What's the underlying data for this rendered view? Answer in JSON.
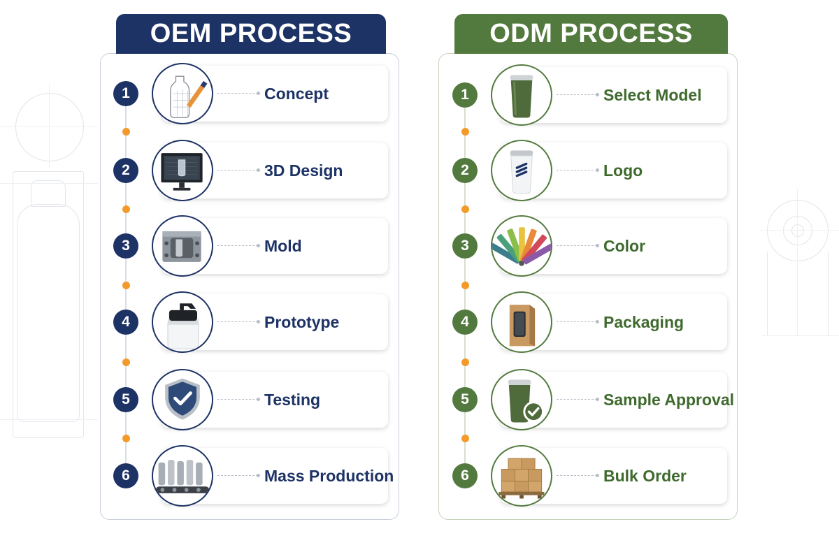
{
  "oem": {
    "title": "OEM PROCESS",
    "steps": [
      {
        "number": "1",
        "label": "Concept",
        "icon": "bottle-sketch-icon"
      },
      {
        "number": "2",
        "label": "3D Design",
        "icon": "cad-monitor-icon"
      },
      {
        "number": "3",
        "label": "Mold",
        "icon": "steel-mold-icon"
      },
      {
        "number": "4",
        "label": "Prototype",
        "icon": "prototype-bottle-icon"
      },
      {
        "number": "5",
        "label": "Testing",
        "icon": "shield-check-icon"
      },
      {
        "number": "6",
        "label": "Mass Production",
        "icon": "production-line-icon"
      }
    ]
  },
  "odm": {
    "title": "ODM PROCESS",
    "steps": [
      {
        "number": "1",
        "label": "Select Model",
        "icon": "green-tumbler-icon"
      },
      {
        "number": "2",
        "label": "Logo",
        "icon": "logo-tumbler-icon"
      },
      {
        "number": "3",
        "label": "Color",
        "icon": "color-swatch-fan-icon"
      },
      {
        "number": "4",
        "label": "Packaging",
        "icon": "gift-box-icon"
      },
      {
        "number": "5",
        "label": "Sample Approval",
        "icon": "tumbler-check-icon"
      },
      {
        "number": "6",
        "label": "Bulk Order",
        "icon": "pallet-boxes-icon"
      }
    ]
  },
  "colors": {
    "oem_primary": "#1d3265",
    "odm_primary": "#537a3e",
    "connector_dot": "#f39a2a"
  }
}
